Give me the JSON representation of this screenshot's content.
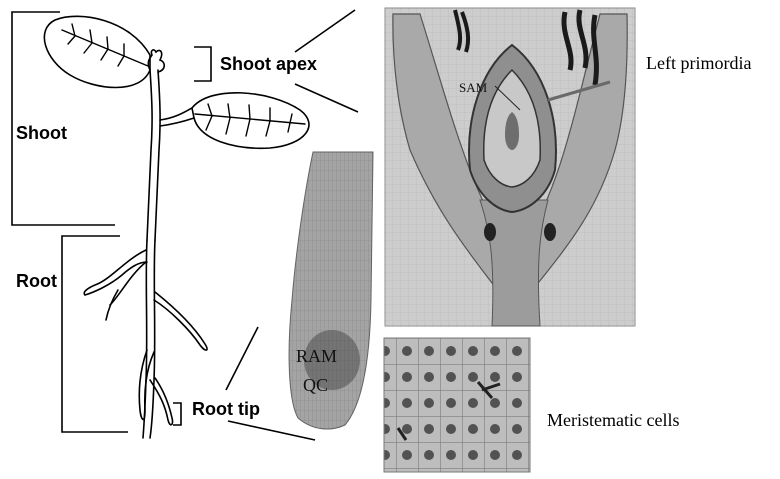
{
  "labels": {
    "shoot_apex": "Shoot apex",
    "shoot": "Shoot",
    "root": "Root",
    "root_tip": "Root tip",
    "leaf_primordia": "Left primordia",
    "meristematic_cells": "Meristematic cells",
    "sam": "SAM",
    "ram": "RAM",
    "qc": "QC"
  },
  "colors": {
    "line": "#000000",
    "micrograph_bg": "#cfcfcf",
    "micrograph_dark": "#3a3a3a"
  }
}
